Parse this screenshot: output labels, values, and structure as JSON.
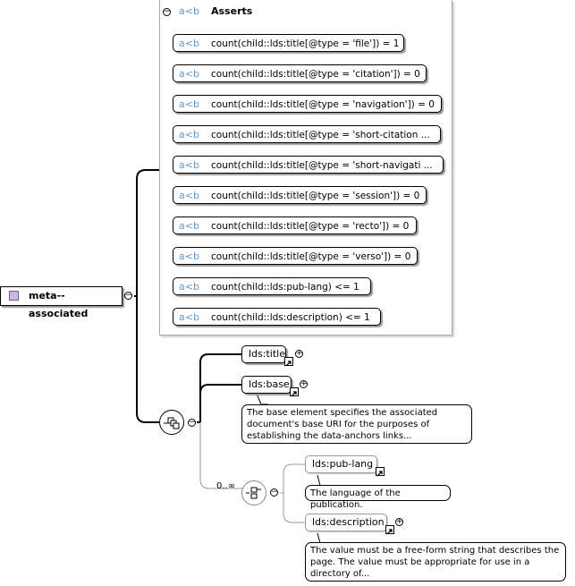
{
  "root": {
    "label": "meta--associated"
  },
  "asserts": {
    "header_ab": "a<b",
    "header_label": "Asserts",
    "items": [
      {
        "ab": "a<b",
        "expr": "count(child::lds:title[@type = 'file']) = 1"
      },
      {
        "ab": "a<b",
        "expr": "count(child::lds:title[@type = 'citation']) = 0"
      },
      {
        "ab": "a<b",
        "expr": "count(child::lds:title[@type = 'navigation']) = 0"
      },
      {
        "ab": "a<b",
        "expr": "count(child::lds:title[@type = 'short-citation ..."
      },
      {
        "ab": "a<b",
        "expr": "count(child::lds:title[@type = 'short-navigati ..."
      },
      {
        "ab": "a<b",
        "expr": "count(child::lds:title[@type = 'session']) = 0"
      },
      {
        "ab": "a<b",
        "expr": "count(child::lds:title[@type = 'recto']) = 0"
      },
      {
        "ab": "a<b",
        "expr": "count(child::lds:title[@type = 'verso']) = 0"
      },
      {
        "ab": "a<b",
        "expr": "count(child::lds:pub-lang) <= 1"
      },
      {
        "ab": "a<b",
        "expr": "count(child::lds:description) <= 1"
      }
    ]
  },
  "elements": {
    "title": {
      "label": "lds:title"
    },
    "base": {
      "label": "lds:base",
      "note": "The base element specifies the associated document's base URI for the purposes of establishing the data-anchors links..."
    },
    "occurrence": "0..∞",
    "pub_lang": {
      "label": "lds:pub-lang",
      "note": "The language of the publication."
    },
    "description": {
      "label": "lds:description",
      "note": "The value must be a free-form string that describes the page. The value must be appropriate for use in a directory of..."
    }
  },
  "symbols": {
    "minus": "−",
    "plus": "+"
  }
}
